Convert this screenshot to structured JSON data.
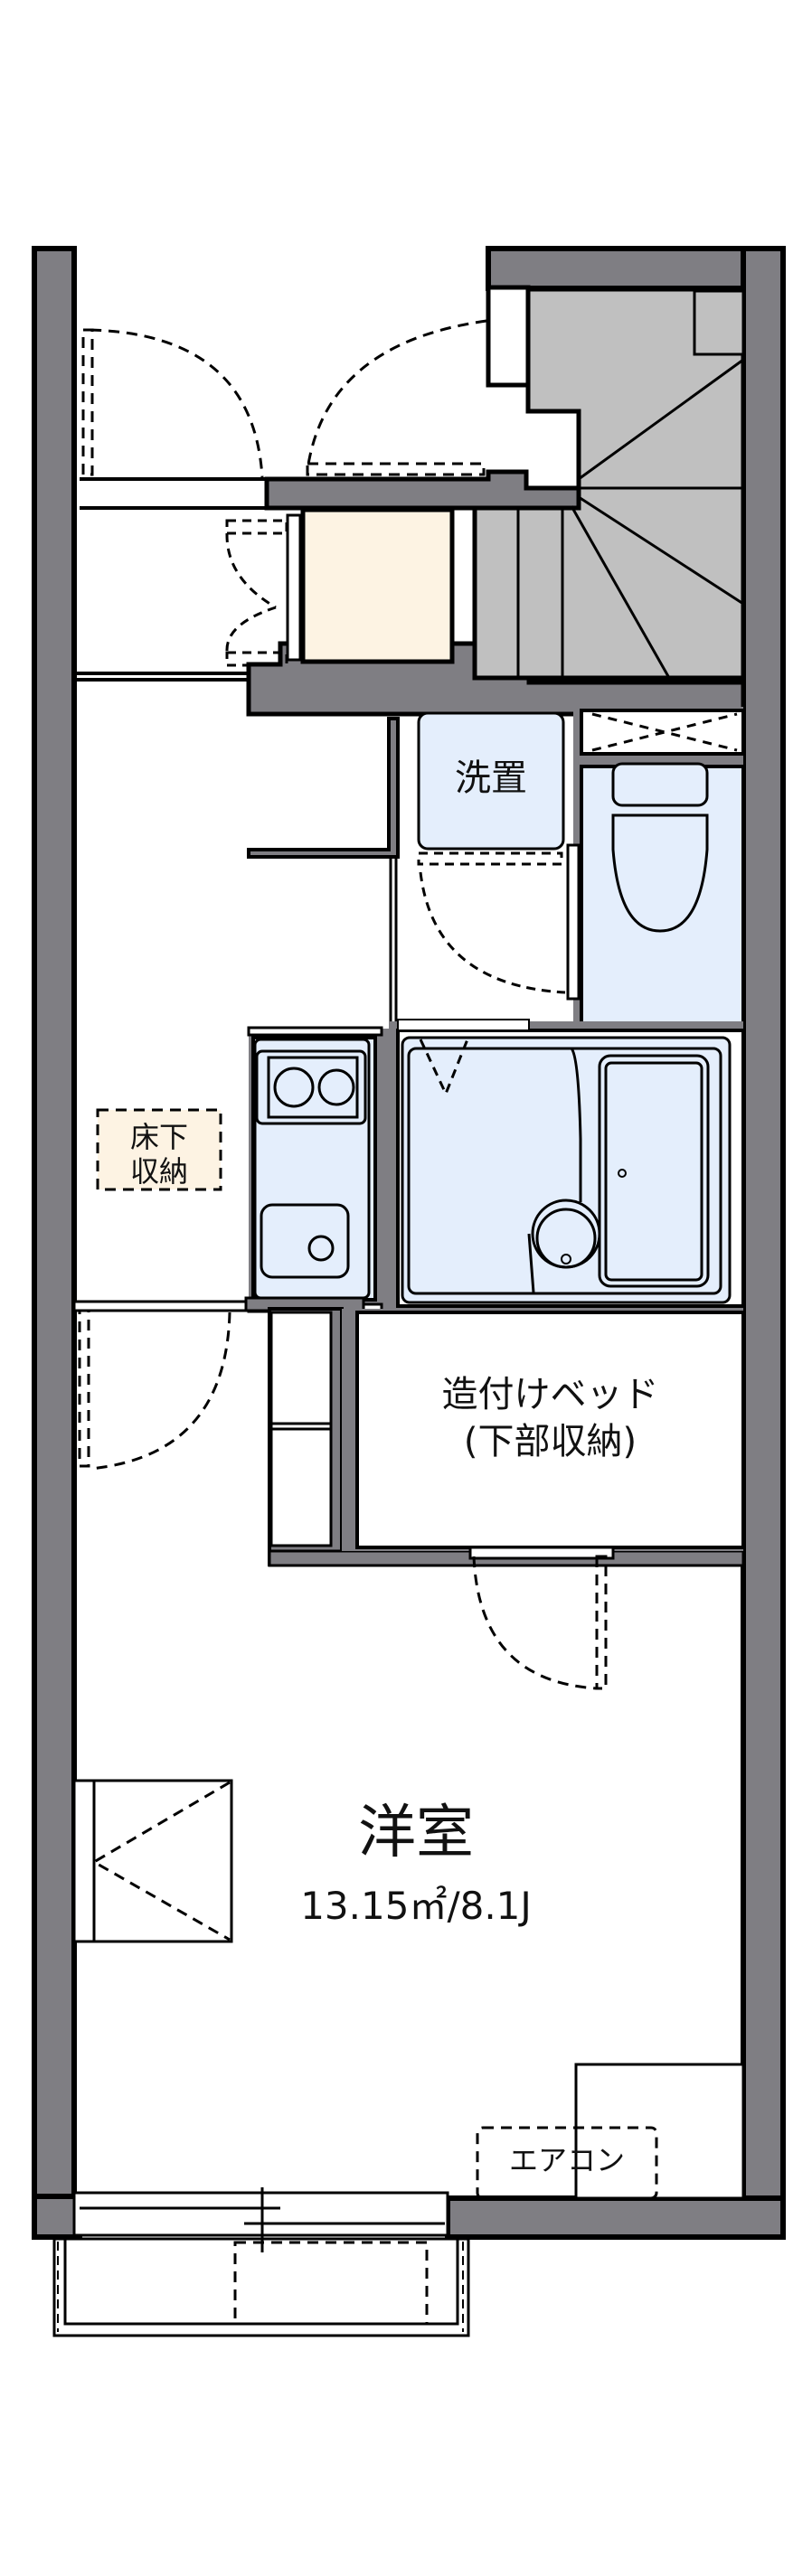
{
  "plan": {
    "colors": {
      "wall": "#7f7e83",
      "stroke": "#000000",
      "stairs": "#c0c0c0",
      "wet_area": "#e4eefc",
      "storage_beige": "#fdf3e3",
      "background": "#ffffff"
    },
    "rooms": {
      "washer_label": "洗置",
      "underfloor_storage_line1": "床下",
      "underfloor_storage_line2": "収納",
      "built_in_bed_line1": "造付けベッド",
      "built_in_bed_line2": "(下部収納)",
      "western_room_label": "洋室",
      "western_room_area": "13.15㎡/8.1J",
      "aircon_label": "エアコン"
    }
  }
}
